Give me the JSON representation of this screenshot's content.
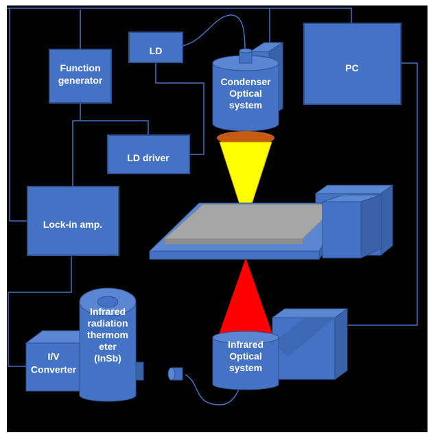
{
  "colors": {
    "background": "#000000",
    "box_fill": "#4472C4",
    "box_stroke": "#2F528F",
    "box_side": "#3A62A8",
    "box_top": "#5B86D1",
    "line": "#4472C4",
    "laser_cone": "#FFFF00",
    "laser_cone_stroke": "#C9A300",
    "filter_disc": "#C55A11",
    "ir_cone": "#FF0000",
    "sample": "#A6A6A6"
  },
  "labels": {
    "function_generator": [
      "Function",
      "generator"
    ],
    "ld": [
      "LD"
    ],
    "ld_driver": [
      "LD driver"
    ],
    "pc": [
      "PC"
    ],
    "lock_in": [
      "Lock-in amp."
    ],
    "condenser": [
      "Condenser",
      "Optical",
      "system"
    ],
    "infrared_optical": [
      "Infrared",
      "Optical",
      "system"
    ],
    "iv_converter": [
      "I/V",
      "Converter"
    ],
    "thermometer": [
      "Infrared",
      "radiation",
      "thermom",
      "eter",
      "(InSb)"
    ]
  }
}
